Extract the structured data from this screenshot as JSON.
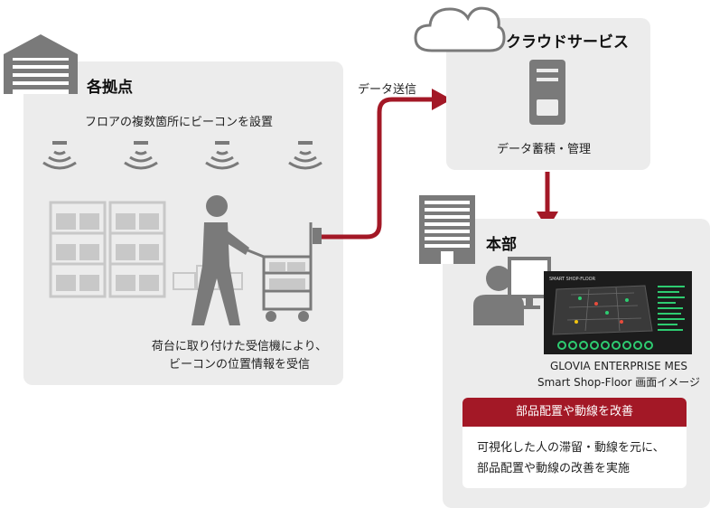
{
  "site": {
    "title": "各拠点",
    "beacon_caption": "フロアの複数箇所にビーコンを設置",
    "receiver_caption_1": "荷台に取り付けた受信機により、",
    "receiver_caption_2": "ビーコンの位置情報を受信"
  },
  "flow": {
    "send_label": "データ送信"
  },
  "cloud": {
    "title": "クラウドサービス",
    "caption": "データ蓄積・管理"
  },
  "hq": {
    "title": "本部",
    "product_line_1": "GLOVIA ENTERPRISE MES",
    "product_line_2": "Smart Shop-Floor 画面イメージ",
    "screen_title": "SMART SHOP-FLOOR",
    "improve_badge": "部品配置や動線を改善",
    "improve_text_1": "可視化した人の滞留・動線を元に、",
    "improve_text_2": "部品配置や動線の改善を実施"
  },
  "colors": {
    "accent": "#a31826",
    "panel": "#ececec",
    "icon_gray": "#7a7a7a"
  }
}
